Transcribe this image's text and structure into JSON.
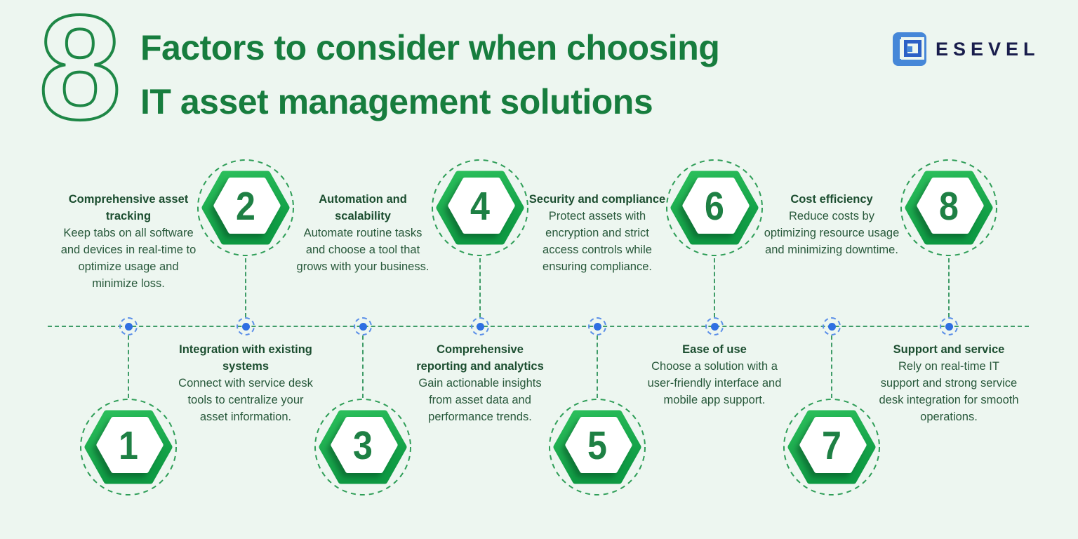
{
  "header": {
    "big_count": "8",
    "title_line1": "Factors to consider when choosing",
    "title_line2": "IT asset management solutions"
  },
  "brand": {
    "name": "ESEVEL"
  },
  "colors": {
    "background": "#edf6f0",
    "title_green": "#177d3e",
    "hex_green_light": "#2cc05c",
    "hex_green_dark": "#0e9a43",
    "number_green": "#1e8044",
    "dash_green": "#3f9c68",
    "dot_blue": "#2f6fe2",
    "logo_blue": "#4687d8",
    "logo_dark_blue": "#2c60c6",
    "brand_navy": "#191d4c"
  },
  "factors": [
    {
      "number": "1",
      "title": "Comprehensive asset tracking",
      "description": "Keep tabs on all software and devices in real-time to optimize usage and minimize loss."
    },
    {
      "number": "2",
      "title": "Integration with existing systems",
      "description": "Connect with service desk tools to centralize your asset information."
    },
    {
      "number": "3",
      "title": "Automation and scalability",
      "description": "Automate routine tasks and choose a tool that grows with your business."
    },
    {
      "number": "4",
      "title": "Comprehensive reporting and analytics",
      "description": "Gain actionable insights from asset data and performance trends."
    },
    {
      "number": "5",
      "title": "Security and compliance",
      "description": "Protect assets with encryption and strict access controls while ensuring compliance."
    },
    {
      "number": "6",
      "title": "Ease of use",
      "description": "Choose a solution with a user-friendly interface and mobile app support."
    },
    {
      "number": "7",
      "title": "Cost efficiency",
      "description": "Reduce costs by optimizing resource usage and minimizing downtime."
    },
    {
      "number": "8",
      "title": "Support and service",
      "description": "Rely on real-time IT support and strong service desk integration for smooth operations."
    }
  ]
}
